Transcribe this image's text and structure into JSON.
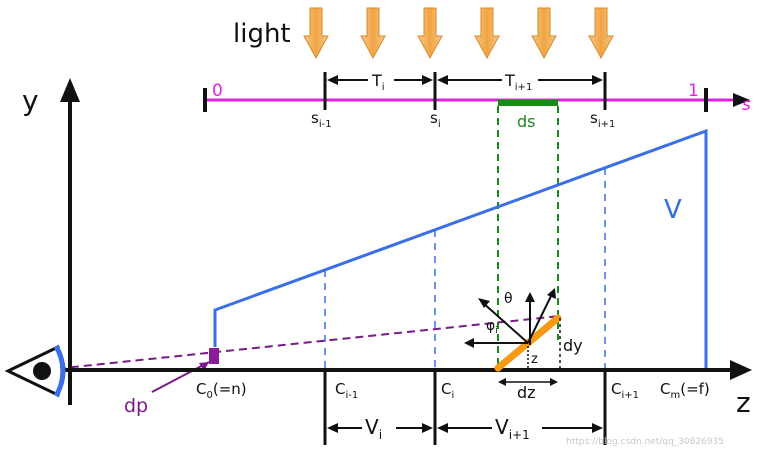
{
  "light": {
    "label": "light",
    "arrow_count": 6,
    "color": "#f2b05a"
  },
  "s_axis": {
    "color": "#e020e0",
    "start_label": "0",
    "end_label": "1",
    "axis_label": "s",
    "ticks": [
      {
        "main": "s",
        "sub": "i-1"
      },
      {
        "main": "s",
        "sub": "i"
      },
      {
        "main": "s",
        "sub": "i+1"
      }
    ],
    "intervals": [
      {
        "main": "T",
        "sub": "i"
      },
      {
        "main": "T",
        "sub": "i+1"
      }
    ],
    "ds_label": "ds",
    "ds_color": "#1a8a1a"
  },
  "axes": {
    "y_label": "y",
    "z_label": "z"
  },
  "frustum": {
    "label": "V",
    "color": "#3a6fe8"
  },
  "z_ticks": [
    {
      "main": "C",
      "sub": "0",
      "suffix": "(=n)"
    },
    {
      "main": "C",
      "sub": "i-1",
      "suffix": ""
    },
    {
      "main": "C",
      "sub": "i",
      "suffix": ""
    },
    {
      "main": "C",
      "sub": "i+1",
      "suffix": ""
    },
    {
      "main": "C",
      "sub": "m",
      "suffix": "(=f)"
    }
  ],
  "volumes": [
    {
      "main": "V",
      "sub": "i"
    },
    {
      "main": "V",
      "sub": "i+1"
    }
  ],
  "element": {
    "theta": "θ",
    "phi": {
      "main": "φ",
      "sub": "i"
    },
    "z": "z",
    "dy": "dy",
    "dz": "dz",
    "color": "#f59a12"
  },
  "dp_label": "dp",
  "dp_color": "#7a1a8a",
  "watermark": "https://blog.csdn.net/qq_30826935"
}
